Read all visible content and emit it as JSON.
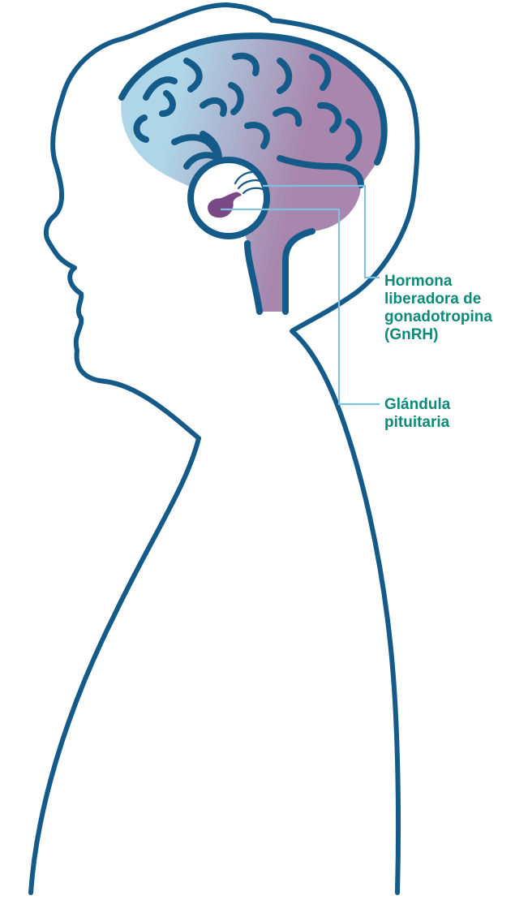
{
  "labels": {
    "gnrh": [
      "Hormona",
      "liberadora de",
      "gonadotropina",
      "(GnRH)"
    ],
    "pituitary": [
      "Glándula",
      "pituitaria"
    ]
  },
  "colors": {
    "outline": "#155b8a",
    "brain_front": "#aed6e8",
    "brain_back": "#a886ad",
    "pituitary": "#7a4a86",
    "leader_line": "#7fbfe0",
    "label_text": "#0e8a78"
  },
  "icons": [
    "head-silhouette",
    "brain-icon",
    "pituitary-gland-icon",
    "hormone-wave-icon"
  ]
}
